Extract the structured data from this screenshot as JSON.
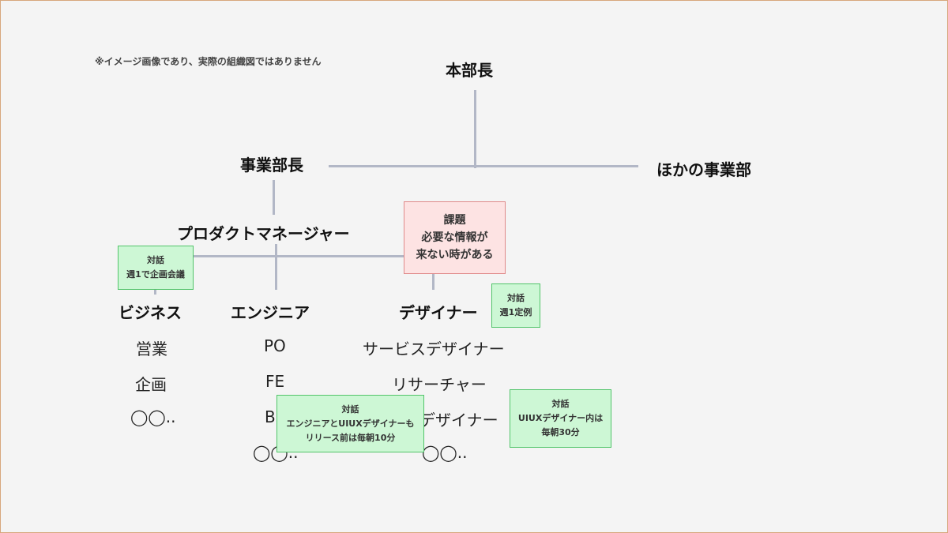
{
  "note": "※イメージ画像であり、実際の組織図ではありません",
  "nodes": {
    "honbucho": "本部長",
    "jigyobucho": "事業部長",
    "hoka": "ほかの事業部",
    "pm": "プロダクトマネージャー"
  },
  "roles": {
    "business": {
      "label": "ビジネス",
      "items": [
        "営業",
        "企画",
        "◯◯.."
      ]
    },
    "engineer": {
      "label": "エンジニア",
      "items": [
        "PO",
        "FE",
        "B",
        "◯◯.."
      ]
    },
    "designer": {
      "label": "デザイナー",
      "items": [
        "サービスデザイナー",
        "リサーチャー",
        "デザイナー",
        "◯◯.."
      ]
    }
  },
  "callouts": {
    "issue": {
      "lines": [
        "課題",
        "必要な情報が",
        "来ない時がある"
      ],
      "color": "#fde3e3"
    },
    "talk_business": {
      "lines": [
        "対話",
        "週1で企画会議"
      ],
      "color": "#cdf7d5"
    },
    "talk_designer": {
      "lines": [
        "対話",
        "週1定例"
      ],
      "color": "#cdf7d5"
    },
    "talk_eng_uiux": {
      "lines": [
        "対話",
        "エンジニアとUIUXデザイナーも",
        "リリース前は毎朝10分"
      ],
      "color": "#cdf7d5"
    },
    "talk_uiux": {
      "lines": [
        "対話",
        "UIUXデザイナー内は",
        "毎朝30分"
      ],
      "color": "#cdf7d5"
    }
  },
  "colors": {
    "connector": "#b2b7c6",
    "frame": "#d7a77c",
    "background": "#f4f4f4"
  }
}
